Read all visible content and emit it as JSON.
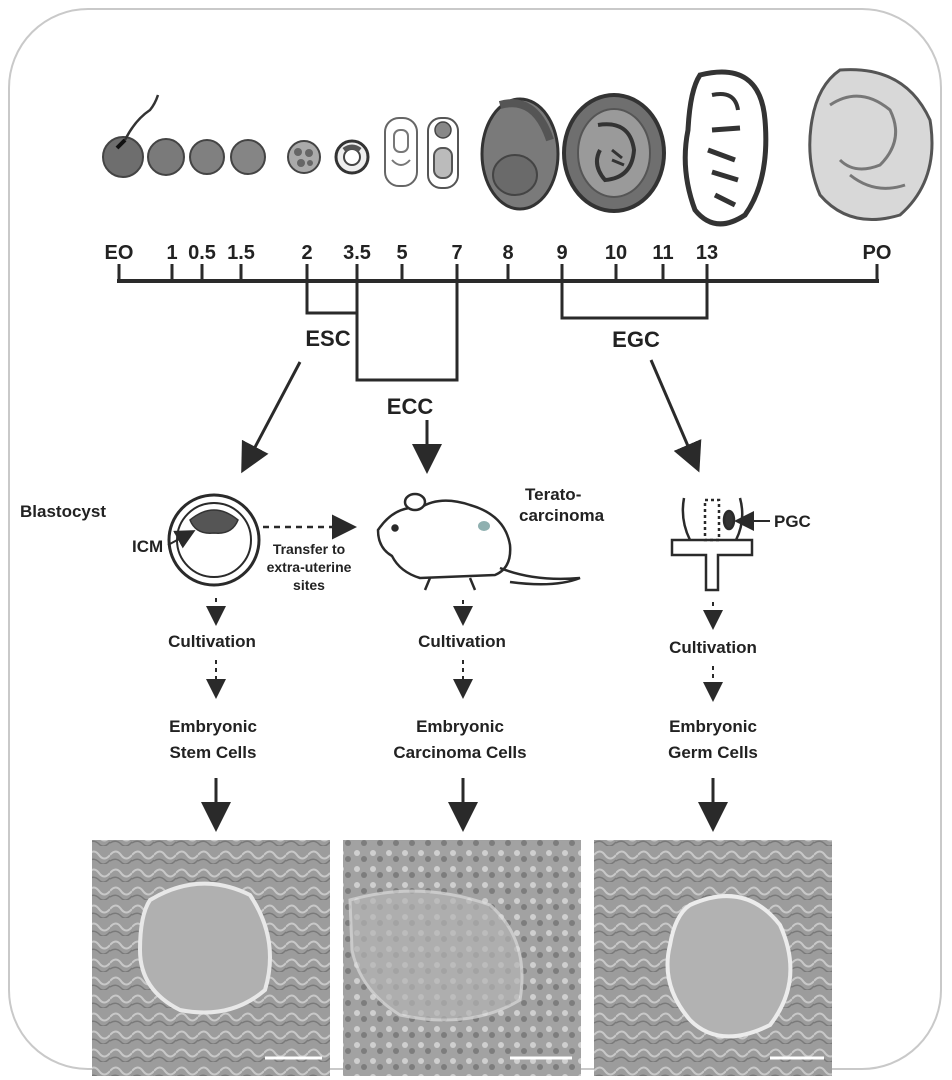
{
  "timeline": {
    "ticks": [
      "EO",
      "1",
      "0.5",
      "1.5",
      "2",
      "3.5",
      "5",
      "7",
      "8",
      "9",
      "10",
      "11",
      "13",
      "PO"
    ]
  },
  "groups": {
    "esc": "ESC",
    "ecc": "ECC",
    "egc": "EGC"
  },
  "annotations": {
    "blastocyst": "Blastocyst",
    "icm": "ICM",
    "transfer_line1": "Transfer to",
    "transfer_line2": "extra-uterine",
    "transfer_line3": "sites",
    "terato_line1": "Terato-",
    "terato_line2": "carcinoma",
    "pgc": "PGC"
  },
  "columns": [
    {
      "step": "Cultivation",
      "result_line1": "Embryonic",
      "result_line2": "Stem Cells"
    },
    {
      "step": "Cultivation",
      "result_line1": "Embryonic",
      "result_line2": "Carcinoma Cells"
    },
    {
      "step": "Cultivation",
      "result_line1": "Embryonic",
      "result_line2": "Germ Cells"
    }
  ],
  "colors": {
    "line": "#2a2a2a",
    "embryo_dark": "#6e6e6e",
    "embryo_mid": "#9a9a9a",
    "micrograph_bg": "#9c9c9c",
    "scale_bar": "#ffffff"
  }
}
